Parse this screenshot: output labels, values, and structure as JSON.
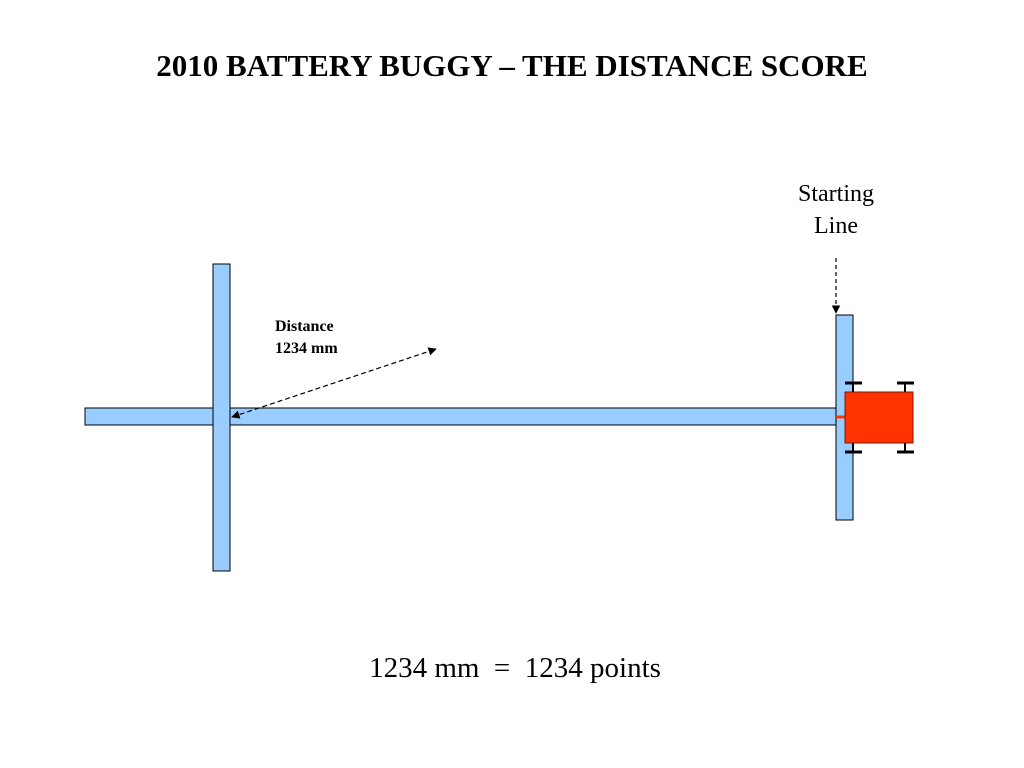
{
  "slide": {
    "title": "2010 BATTERY BUGGY – THE DISTANCE SCORE",
    "score_text": "1234 mm  =  1234 points"
  },
  "diagram": {
    "starting_line_label_line1": "Starting",
    "starting_line_label_line2": "Line",
    "distance_label_line1": "Distance",
    "distance_label_line2": "1234 mm"
  },
  "colors": {
    "track_fill": "#99ccff",
    "track_stroke": "#000000",
    "buggy_fill": "#ff3300",
    "buggy_stroke": "#7a1a00",
    "axle": "#000000"
  }
}
